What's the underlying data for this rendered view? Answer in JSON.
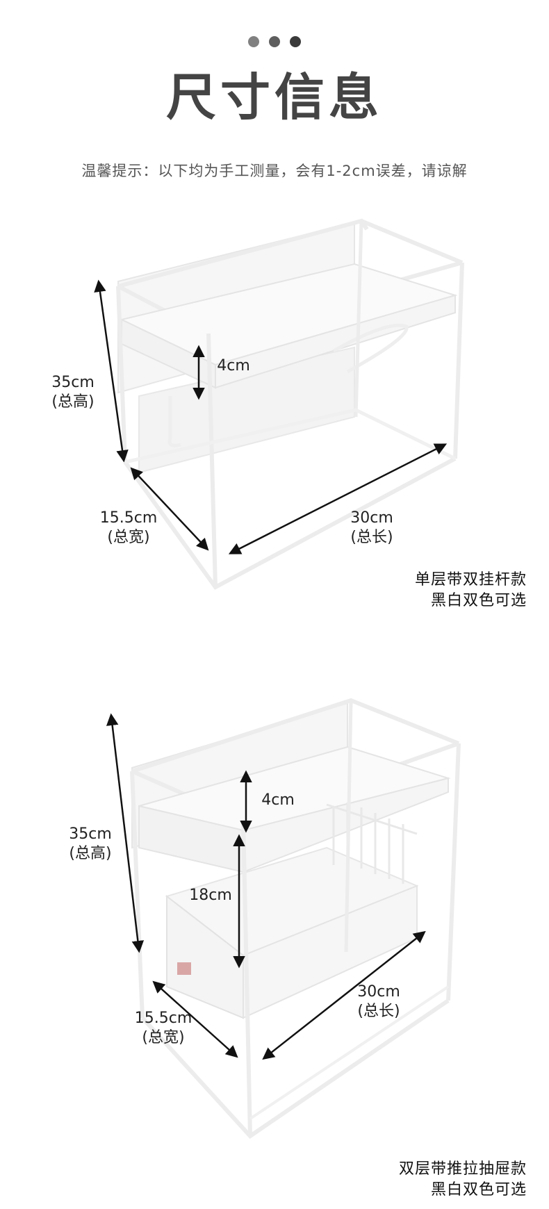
{
  "header": {
    "dots": [
      {
        "color": "#808080"
      },
      {
        "color": "#5e5e5e"
      },
      {
        "color": "#3a3a3a"
      }
    ],
    "title": "尺寸信息",
    "notice": "温馨提示：以下均为手工测量，会有1-2cm误差，请谅解"
  },
  "products": [
    {
      "name": "单层带双挂杆款",
      "color_option": "黑白双色可选",
      "dimensions": {
        "height": {
          "value": "35cm",
          "label": "(总高)"
        },
        "width": {
          "value": "15.5cm",
          "label": "(总宽)"
        },
        "length": {
          "value": "30cm",
          "label": "(总长)"
        },
        "shelf_lip": {
          "value": "4cm"
        }
      }
    },
    {
      "name": "双层带推拉抽屉款",
      "color_option": "黑白双色可选",
      "dimensions": {
        "height": {
          "value": "35cm",
          "label": "(总高)"
        },
        "width": {
          "value": "15.5cm",
          "label": "(总宽)"
        },
        "length": {
          "value": "30cm",
          "label": "(总长)"
        },
        "shelf_lip": {
          "value": "4cm"
        },
        "tier_gap": {
          "value": "18cm"
        }
      }
    }
  ],
  "colors": {
    "title": "#444444",
    "notice": "#555555",
    "arrow": "#111111",
    "rack": "#f4f4f4",
    "rack_edge": "#e2e2e2"
  }
}
